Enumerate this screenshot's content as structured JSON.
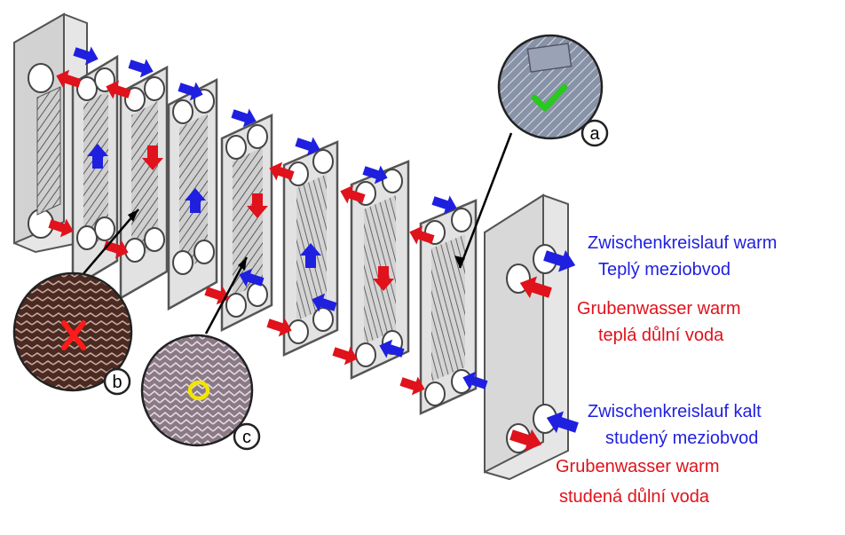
{
  "diagram": {
    "labels": {
      "circuit_warm_de": "Zwischenkreislauf warm",
      "circuit_warm_cz": "Teplý meziobvod",
      "mine_warm_de": "Grubenwasser warm",
      "mine_warm_cz": "teplá důlní voda",
      "circuit_cold_de": "Zwischenkreislauf kalt",
      "circuit_cold_cz": "studený meziobvod",
      "mine_cold_de": "Grubenwasser warm",
      "mine_cold_cz": "studená důlní voda"
    },
    "callouts": {
      "a": "a",
      "b": "b",
      "c": "c"
    },
    "colors": {
      "circuit": "#1f1fe0",
      "mine_water": "#e0121b",
      "plate_frame": "#e2e2e2",
      "ok_mark": "#29c91d",
      "bad_mark": "#ff1a1a",
      "neutral_mark": "#f2e600"
    }
  }
}
